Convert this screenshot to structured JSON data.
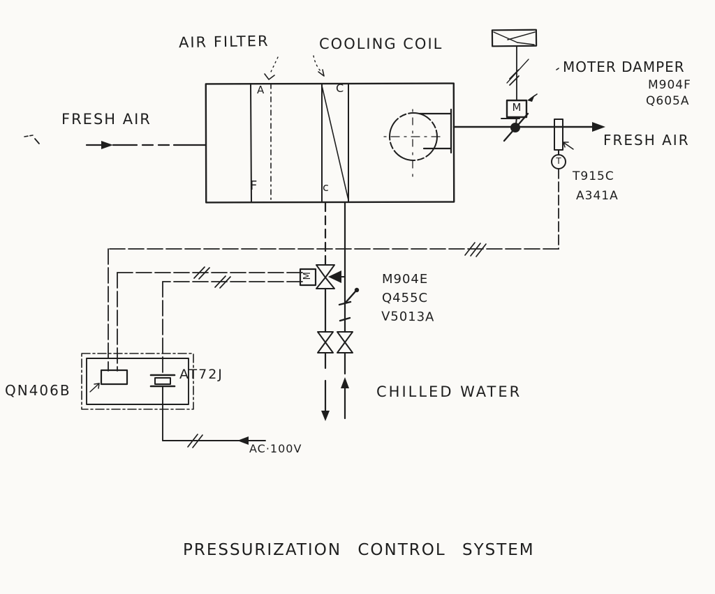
{
  "title": "PRESSURIZATION CONTROL SYSTEM",
  "colors": {
    "ink": "#1e1e1e",
    "paper": "#fbfaf7"
  },
  "labels": {
    "air_filter": "AIR FILTER",
    "cooling_coil": "COOLING COIL",
    "fresh_air_in": "FRESH AIR",
    "fresh_air_out": "FRESH AIR",
    "motor_damper": "MOTER DAMPER",
    "motor_damper_tag1": "M904F",
    "motor_damper_tag2": "Q605A",
    "temp_sensor_tag1": "T915C",
    "temp_sensor_tag2": "A341A",
    "valve_tag1": "M904E",
    "valve_tag2": "Q455C",
    "valve_tag3": "V5013A",
    "controller_tag": "QN406B",
    "aux_tag": "AT72J",
    "chilled_water": "CHILLED WATER",
    "power_supply": "AC·100V"
  },
  "section_marks": {
    "filter_top": "A",
    "filter_bottom": "F",
    "coil_top": "C",
    "coil_bottom": "c"
  },
  "device_letters": {
    "damper_motor": "M",
    "valve_actuator": "M",
    "temp_sensor": "T"
  }
}
